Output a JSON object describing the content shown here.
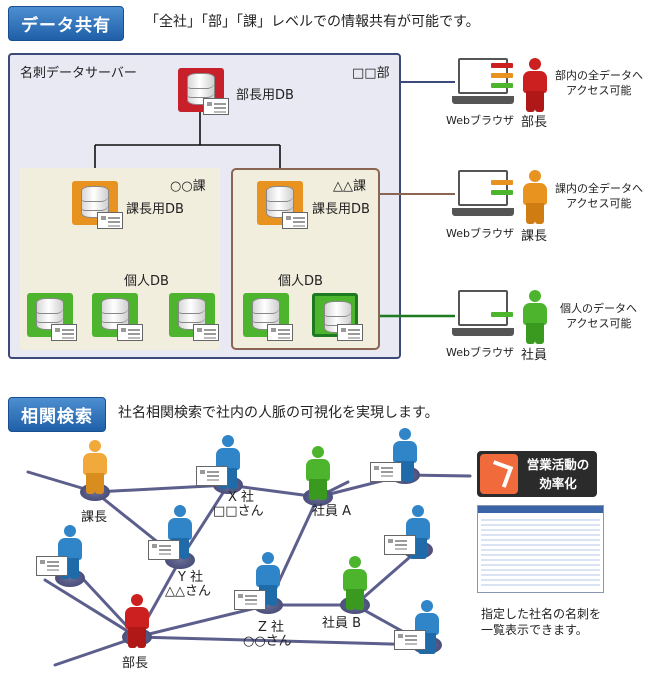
{
  "section1": {
    "badge": "データ共有",
    "description": "「全社」「部」「課」レベルでの情報共有が可能です。",
    "server_label": "名刺データサーバー",
    "dept_label": "□□部",
    "dept_db": "部長用DB",
    "section_a": {
      "label": "○○課",
      "db": "課長用DB",
      "personal_db": "個人DB"
    },
    "section_b": {
      "label": "△△課",
      "db": "課長用DB",
      "personal_db": "個人DB"
    },
    "clients": [
      {
        "browser": "Webブラウザ",
        "role": "部長",
        "access": [
          "部内の全データへ",
          "アクセス可能"
        ]
      },
      {
        "browser": "Webブラウザ",
        "role": "課長",
        "access": [
          "課内の全データへ",
          "アクセス可能"
        ]
      },
      {
        "browser": "Webブラウザ",
        "role": "社員",
        "access": [
          "個人のデータへ",
          "アクセス可能"
        ]
      }
    ]
  },
  "section2": {
    "badge": "相関検索",
    "description": "社名相関検索で社内の人脈の可視化を実現します。",
    "nodes": {
      "kacho": "課長",
      "x_company": [
        "X 社",
        "□□さん"
      ],
      "employee_a": "社員 A",
      "y_company": [
        "Y 社",
        "△△さん"
      ],
      "z_company": [
        "Z 社",
        "○○さん"
      ],
      "employee_b": "社員 B",
      "bucho": "部長"
    },
    "efficiency_badge": [
      "営業活動の",
      "効率化"
    ],
    "caption": [
      "指定した社名の名刺を",
      "一覧表示できます。"
    ]
  },
  "colors": {
    "badge_blue": "#2a6db8",
    "server_border": "#3b4a78",
    "manager_red": "#cc1f1f",
    "chief_orange": "#e8921f",
    "staff_green": "#4cb52d",
    "network_line": "#5c5f8c",
    "staff_blue": "#2f85c8"
  }
}
